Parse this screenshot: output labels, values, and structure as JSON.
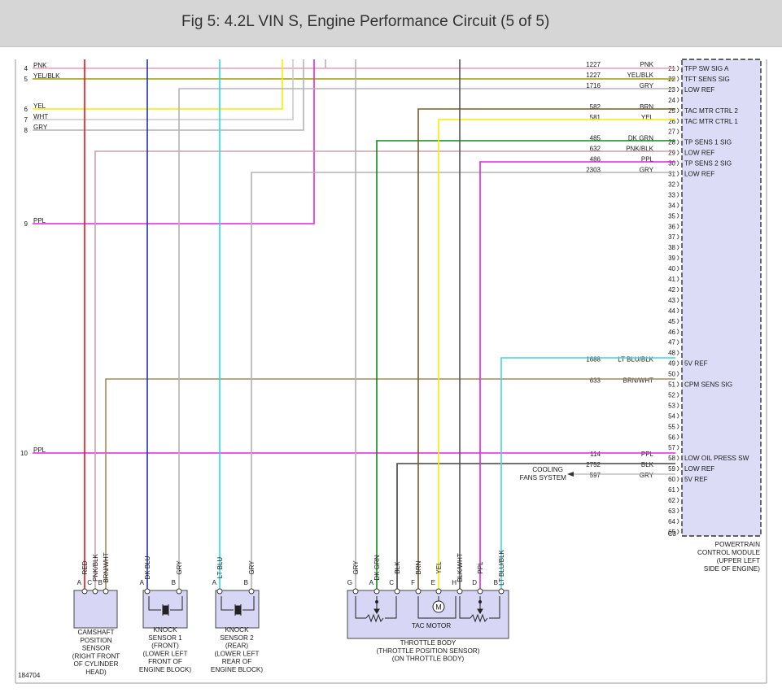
{
  "title": "Fig 5: 4.2L VIN S, Engine Performance Circuit (5 of 5)",
  "figure_id": "184704",
  "pcm": {
    "name_lines": [
      "POWERTRAIN",
      "CONTROL MODULE",
      "(UPPER LEFT",
      "SIDE OF ENGINE)"
    ],
    "connector": "C3",
    "pins": [
      {
        "pin": "21",
        "label": "TFP SW SIG A",
        "circuit": "1227",
        "wire": "PNK"
      },
      {
        "pin": "22",
        "label": "TFT SENS SIG",
        "circuit": "1227",
        "wire": "YEL/BLK"
      },
      {
        "pin": "23",
        "label": "LOW REF",
        "circuit": "1716",
        "wire": "GRY"
      },
      {
        "pin": "24",
        "label": "",
        "circuit": "",
        "wire": ""
      },
      {
        "pin": "25",
        "label": "TAC MTR CTRL 2",
        "circuit": "582",
        "wire": "BRN"
      },
      {
        "pin": "26",
        "label": "TAC MTR CTRL 1",
        "circuit": "581",
        "wire": "YEL"
      },
      {
        "pin": "27",
        "label": "",
        "circuit": "",
        "wire": ""
      },
      {
        "pin": "28",
        "label": "TP SENS 1 SIG",
        "circuit": "485",
        "wire": "DK GRN"
      },
      {
        "pin": "29",
        "label": "LOW REF",
        "circuit": "632",
        "wire": "PNK/BLK"
      },
      {
        "pin": "30",
        "label": "TP SENS 2 SIG",
        "circuit": "486",
        "wire": "PPL"
      },
      {
        "pin": "31",
        "label": "LOW REF",
        "circuit": "2303",
        "wire": "GRY"
      },
      {
        "pin": "32",
        "label": "",
        "circuit": "",
        "wire": ""
      },
      {
        "pin": "33",
        "label": "",
        "circuit": "",
        "wire": ""
      },
      {
        "pin": "34",
        "label": "",
        "circuit": "",
        "wire": ""
      },
      {
        "pin": "35",
        "label": "",
        "circuit": "",
        "wire": ""
      },
      {
        "pin": "36",
        "label": "",
        "circuit": "",
        "wire": ""
      },
      {
        "pin": "37",
        "label": "",
        "circuit": "",
        "wire": ""
      },
      {
        "pin": "38",
        "label": "",
        "circuit": "",
        "wire": ""
      },
      {
        "pin": "39",
        "label": "",
        "circuit": "",
        "wire": ""
      },
      {
        "pin": "40",
        "label": "",
        "circuit": "",
        "wire": ""
      },
      {
        "pin": "41",
        "label": "",
        "circuit": "",
        "wire": ""
      },
      {
        "pin": "42",
        "label": "",
        "circuit": "",
        "wire": ""
      },
      {
        "pin": "43",
        "label": "",
        "circuit": "",
        "wire": ""
      },
      {
        "pin": "44",
        "label": "",
        "circuit": "",
        "wire": ""
      },
      {
        "pin": "45",
        "label": "",
        "circuit": "",
        "wire": ""
      },
      {
        "pin": "46",
        "label": "",
        "circuit": "",
        "wire": ""
      },
      {
        "pin": "47",
        "label": "",
        "circuit": "",
        "wire": ""
      },
      {
        "pin": "48",
        "label": "",
        "circuit": "",
        "wire": ""
      },
      {
        "pin": "49",
        "label": "5V REF",
        "circuit": "1688",
        "wire": "LT BLU/BLK"
      },
      {
        "pin": "50",
        "label": "",
        "circuit": "",
        "wire": ""
      },
      {
        "pin": "51",
        "label": "CPM SENS SIG",
        "circuit": "633",
        "wire": "BRN/WHT"
      },
      {
        "pin": "52",
        "label": "",
        "circuit": "",
        "wire": ""
      },
      {
        "pin": "53",
        "label": "",
        "circuit": "",
        "wire": ""
      },
      {
        "pin": "54",
        "label": "",
        "circuit": "",
        "wire": ""
      },
      {
        "pin": "55",
        "label": "",
        "circuit": "",
        "wire": ""
      },
      {
        "pin": "56",
        "label": "",
        "circuit": "",
        "wire": ""
      },
      {
        "pin": "57",
        "label": "",
        "circuit": "",
        "wire": ""
      },
      {
        "pin": "58",
        "label": "LOW OIL PRESS SW",
        "circuit": "114",
        "wire": "PPL"
      },
      {
        "pin": "59",
        "label": "LOW REF",
        "circuit": "2752",
        "wire": "BLK"
      },
      {
        "pin": "60",
        "label": "5V REF",
        "circuit": "597",
        "wire": "GRY"
      },
      {
        "pin": "61",
        "label": "",
        "circuit": "",
        "wire": ""
      },
      {
        "pin": "62",
        "label": "",
        "circuit": "",
        "wire": ""
      },
      {
        "pin": "63",
        "label": "",
        "circuit": "",
        "wire": ""
      },
      {
        "pin": "64",
        "label": "",
        "circuit": "",
        "wire": ""
      },
      {
        "pin": "65",
        "label": "",
        "circuit": "",
        "wire": ""
      }
    ]
  },
  "cooling_fans": [
    "COOLING",
    "FANS SYSTEM"
  ],
  "left_leads": [
    {
      "num": "4",
      "wire": "PNK"
    },
    {
      "num": "5",
      "wire": "YEL/BLK"
    },
    {
      "num": "6",
      "wire": "YEL"
    },
    {
      "num": "7",
      "wire": "WHT"
    },
    {
      "num": "8",
      "wire": "GRY"
    },
    {
      "num": "9",
      "wire": "PPL"
    },
    {
      "num": "10",
      "wire": "PPL"
    }
  ],
  "components": {
    "camshaft": {
      "name_lines": [
        "CAMSHAFT",
        "POSITION",
        "SENSOR",
        "(RIGHT FRONT",
        "OF CYLINDER",
        "HEAD)"
      ],
      "pins": [
        {
          "letter": "A",
          "wire": "RED"
        },
        {
          "letter": "C",
          "wire": "PNK/BLK"
        },
        {
          "letter": "B",
          "wire": "BRN/WHT"
        }
      ]
    },
    "knock1": {
      "name_lines": [
        "KNOCK",
        "SENSOR 1",
        "(FRONT)",
        "(LOWER LEFT",
        "FRONT OF",
        "ENGINE BLOCK)"
      ],
      "pins": [
        {
          "letter": "A",
          "wire": "DK BLU"
        },
        {
          "letter": "B",
          "wire": "GRY"
        }
      ]
    },
    "knock2": {
      "name_lines": [
        "KNOCK",
        "SENSOR 2",
        "(REAR)",
        "(LOWER LEFT",
        "REAR OF",
        "ENGINE BLOCK)"
      ],
      "pins": [
        {
          "letter": "A",
          "wire": "LT BLU"
        },
        {
          "letter": "B",
          "wire": "GRY"
        }
      ]
    },
    "throttle": {
      "name_lines": [
        "THROTTLE BODY",
        "(THROTTLE POSITION SENSOR)",
        "(ON THROTTLE BODY)"
      ],
      "motor_label": "TAC MOTOR",
      "motor_symbol": "M",
      "pins": [
        {
          "letter": "G",
          "wire": "GRY"
        },
        {
          "letter": "A",
          "wire": "DK GRN"
        },
        {
          "letter": "C",
          "wire": "BLK"
        },
        {
          "letter": "F",
          "wire": "BRN"
        },
        {
          "letter": "E",
          "wire": "YEL"
        },
        {
          "letter": "H",
          "wire": "BLK/WHT"
        },
        {
          "letter": "D",
          "wire": "PPL"
        },
        {
          "letter": "B",
          "wire": "LT BLU/BLK"
        }
      ]
    }
  },
  "colors": {
    "PNK": "#f19bb6",
    "YEL/BLK": "#a29a00",
    "YEL": "#f2ee00",
    "WHT": "#c9c9c9",
    "GRY": "#b3b3b3",
    "PPL": "#ea22e2",
    "RED": "#ee1111",
    "PNK/BLK": "#c9a0aa",
    "BRN/WHT": "#a48a5a",
    "DK BLU": "#1f2fb0",
    "LT BLU": "#22e0ea",
    "LT BLU/BLK": "#3fd6de",
    "DK GRN": "#0e8a1a",
    "BLK": "#444444",
    "BRN": "#7c5a23",
    "BLK/WHT": "#555555",
    "pcm_fill": "#dcdcf7",
    "component_fill": "#d7d7f5"
  },
  "icons": [
    "resistor-symbol",
    "knock-sensor-symbol",
    "motor-symbol",
    "arrow-left-icon"
  ]
}
